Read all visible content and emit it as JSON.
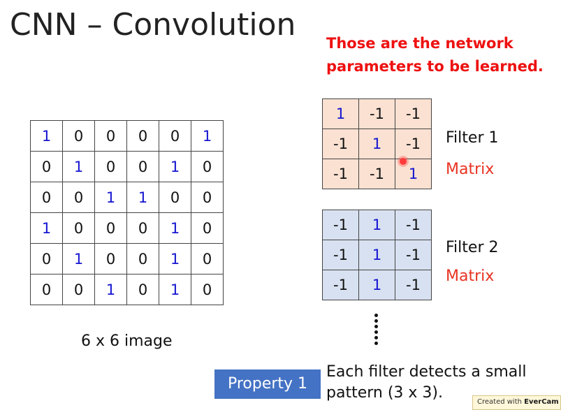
{
  "title": "CNN – Convolution",
  "note": {
    "line1": "Those are the network",
    "line2": "parameters to be learned."
  },
  "colors": {
    "highlight": "#1515d0",
    "red": "#e83322",
    "filter1_bg": "#fae1d2",
    "filter2_bg": "#d8e1f1",
    "badge_bg": "#4472c4"
  },
  "image": {
    "caption": "6 x 6 image",
    "rows": [
      [
        {
          "v": "1",
          "hl": true
        },
        {
          "v": "0"
        },
        {
          "v": "0"
        },
        {
          "v": "0"
        },
        {
          "v": "0"
        },
        {
          "v": "1",
          "hl": true
        }
      ],
      [
        {
          "v": "0"
        },
        {
          "v": "1",
          "hl": true
        },
        {
          "v": "0"
        },
        {
          "v": "0"
        },
        {
          "v": "1",
          "hl": true
        },
        {
          "v": "0"
        }
      ],
      [
        {
          "v": "0"
        },
        {
          "v": "0"
        },
        {
          "v": "1",
          "hl": true
        },
        {
          "v": "1",
          "hl": true
        },
        {
          "v": "0"
        },
        {
          "v": "0"
        }
      ],
      [
        {
          "v": "1",
          "hl": true
        },
        {
          "v": "0"
        },
        {
          "v": "0"
        },
        {
          "v": "0"
        },
        {
          "v": "1",
          "hl": true
        },
        {
          "v": "0"
        }
      ],
      [
        {
          "v": "0"
        },
        {
          "v": "1",
          "hl": true
        },
        {
          "v": "0"
        },
        {
          "v": "0"
        },
        {
          "v": "1",
          "hl": true
        },
        {
          "v": "0"
        }
      ],
      [
        {
          "v": "0"
        },
        {
          "v": "0"
        },
        {
          "v": "1",
          "hl": true
        },
        {
          "v": "0"
        },
        {
          "v": "1",
          "hl": true
        },
        {
          "v": "0"
        }
      ]
    ]
  },
  "filters": [
    {
      "label": "Filter 1",
      "sublabel": "Matrix",
      "rows": [
        [
          {
            "v": "1",
            "hl": true
          },
          {
            "v": "-1"
          },
          {
            "v": "-1"
          }
        ],
        [
          {
            "v": "-1"
          },
          {
            "v": "1",
            "hl": true
          },
          {
            "v": "-1"
          }
        ],
        [
          {
            "v": "-1"
          },
          {
            "v": "-1"
          },
          {
            "v": "1",
            "hl": true
          }
        ]
      ]
    },
    {
      "label": "Filter 2",
      "sublabel": "Matrix",
      "rows": [
        [
          {
            "v": "-1"
          },
          {
            "v": "1",
            "hl": true
          },
          {
            "v": "-1"
          }
        ],
        [
          {
            "v": "-1"
          },
          {
            "v": "1",
            "hl": true
          },
          {
            "v": "-1"
          }
        ],
        [
          {
            "v": "-1"
          },
          {
            "v": "1",
            "hl": true
          },
          {
            "v": "-1"
          }
        ]
      ]
    }
  ],
  "property": {
    "badge": "Property 1",
    "line1": "Each filter detects a small",
    "line2": "pattern (3 x 3)."
  },
  "watermark": {
    "prefix": "Created with ",
    "brand": "EverCam"
  }
}
